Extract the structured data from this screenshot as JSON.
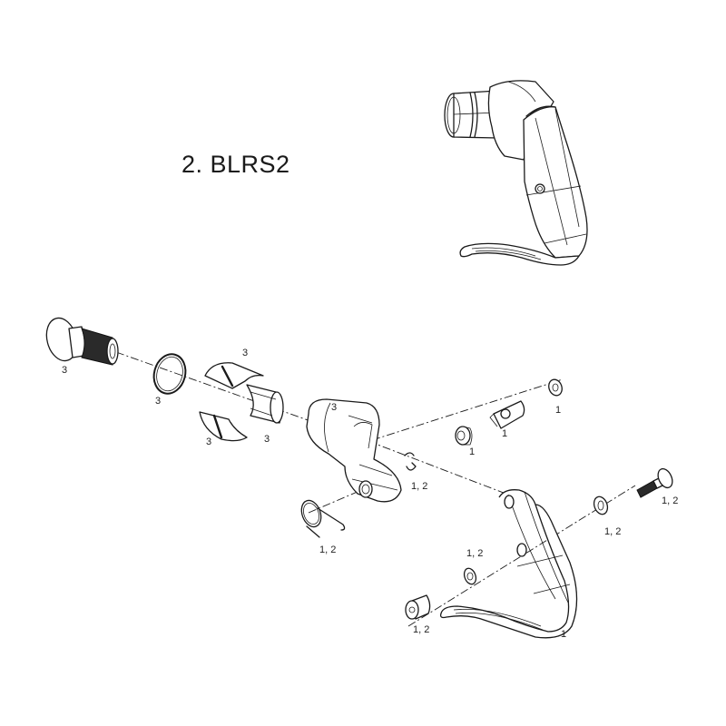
{
  "diagram": {
    "title": "2. BLRS2",
    "type": "exploded-parts-diagram",
    "assembled_view": {
      "label": "assembled brake lever"
    },
    "parts": [
      {
        "id": "bolt",
        "name": "threaded expander bolt",
        "callout": "3"
      },
      {
        "id": "o-ring",
        "name": "o-ring",
        "callout": "3"
      },
      {
        "id": "shim-top",
        "name": "upper expander shim",
        "callout": "3"
      },
      {
        "id": "shim-bottom",
        "name": "lower expander shim",
        "callout": "3"
      },
      {
        "id": "expander-sleeve",
        "name": "expander sleeve",
        "callout": "3"
      },
      {
        "id": "lever-body",
        "name": "lever body / clamp",
        "callout": "3"
      },
      {
        "id": "return-spring",
        "name": "return spring",
        "callout": "1, 2"
      },
      {
        "id": "clip",
        "name": "retaining clip",
        "callout": "1, 2"
      },
      {
        "id": "barrel-bushing",
        "name": "cable bushing",
        "callout": "1"
      },
      {
        "id": "cable-anchor",
        "name": "cable anchor",
        "callout": "1"
      },
      {
        "id": "end-washer",
        "name": "end washer",
        "callout": "1"
      },
      {
        "id": "pivot-bolt",
        "name": "pivot bolt",
        "callout": "1, 2"
      },
      {
        "id": "pivot-washer-right",
        "name": "pivot washer (right)",
        "callout": "1, 2"
      },
      {
        "id": "pivot-washer-left",
        "name": "pivot washer (left)",
        "callout": "1, 2"
      },
      {
        "id": "pivot-nut",
        "name": "pivot barrel nut",
        "callout": "1, 2"
      },
      {
        "id": "lever-blade",
        "name": "lever blade",
        "callout": "1"
      }
    ]
  }
}
